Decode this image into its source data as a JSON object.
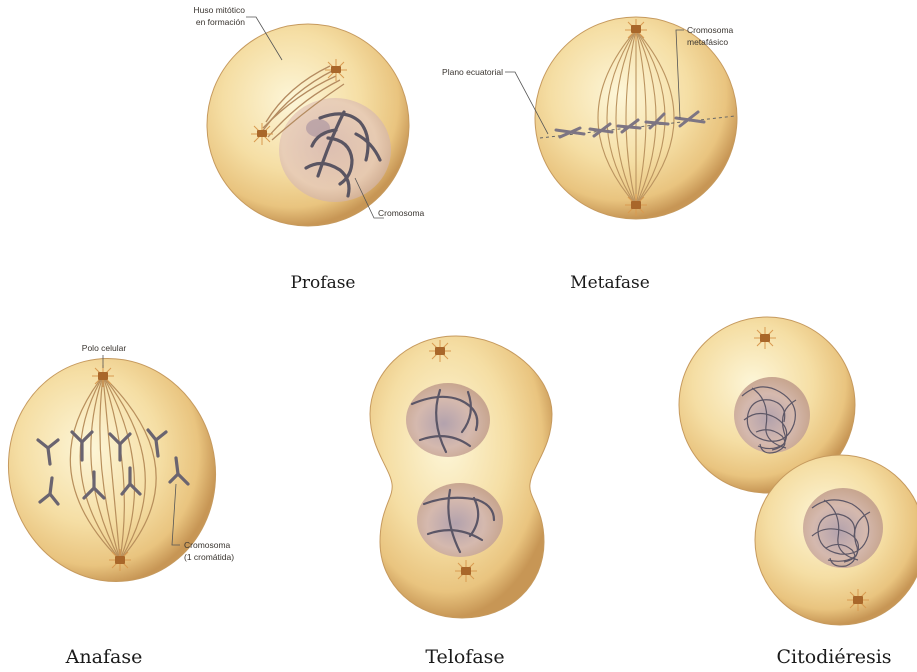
{
  "panels": {
    "profase": {
      "title": "Profase",
      "label_spindle_line1": "Huso mitótico",
      "label_spindle_line2": "en formación",
      "label_chromosome": "Cromosoma"
    },
    "metafase": {
      "title": "Metafase",
      "label_plate": "Plano ecuatorial",
      "label_chromosome_line1": "Cromosoma",
      "label_chromosome_line2": "metafásico"
    },
    "anafase": {
      "title": "Anafase",
      "label_pole": "Polo celular",
      "label_chromosome_line1": "Cromosoma",
      "label_chromosome_line2": "(1 cromátida)"
    },
    "telofase": {
      "title": "Telofase"
    },
    "citodieresis": {
      "title": "Citodiéresis"
    }
  },
  "colors": {
    "cell_fill": "#f6dfa6",
    "cell_edge": "#c99a5c",
    "nucleus": "#e2c6b8",
    "chromosome": "#5d5866",
    "spindle": "#b9905e",
    "centrosome": "#b0702e"
  }
}
